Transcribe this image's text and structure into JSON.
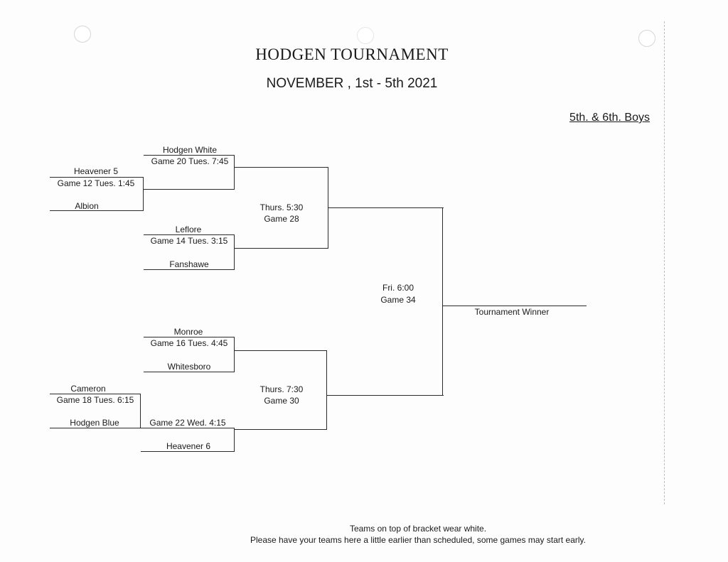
{
  "header": {
    "title": "HODGEN TOURNAMENT",
    "dates": "NOVEMBER , 1st  - 5th  2021",
    "division": "5th. & 6th.  Boys"
  },
  "bracket": {
    "round1": {
      "game12": {
        "top_team": "Heavener 5",
        "game": "Game 12  Tues. 1:45",
        "bottom_team": "Albion"
      },
      "game18": {
        "top_team": "Cameron",
        "game": "Game 18   Tues. 6:15",
        "bottom_team": "Hodgen Blue"
      }
    },
    "round2": {
      "game20": {
        "top_team": "Hodgen White",
        "game": "Game 20   Tues. 7:45"
      },
      "game14": {
        "top_team": "Leflore",
        "game": "Game 14  Tues. 3:15",
        "bottom_team": "Fanshawe"
      },
      "game16": {
        "top_team": "Monroe",
        "game": "Game 16 Tues. 4:45",
        "bottom_team": "Whitesboro"
      },
      "game22": {
        "game": "Game 22   Wed. 4:15",
        "bottom_team": "Heavener 6"
      }
    },
    "semis": {
      "game28": {
        "time": "Thurs. 5:30",
        "game": "Game 28"
      },
      "game30": {
        "time": "Thurs. 7:30",
        "game": "Game 30"
      }
    },
    "final": {
      "game34": {
        "time": "Fri. 6:00",
        "game": "Game 34"
      },
      "winner_label": "Tournament Winner"
    }
  },
  "footer": {
    "line1": "Teams on top of bracket wear white.",
    "line2": "Please have your teams here a little earlier than scheduled, some games may start early."
  }
}
